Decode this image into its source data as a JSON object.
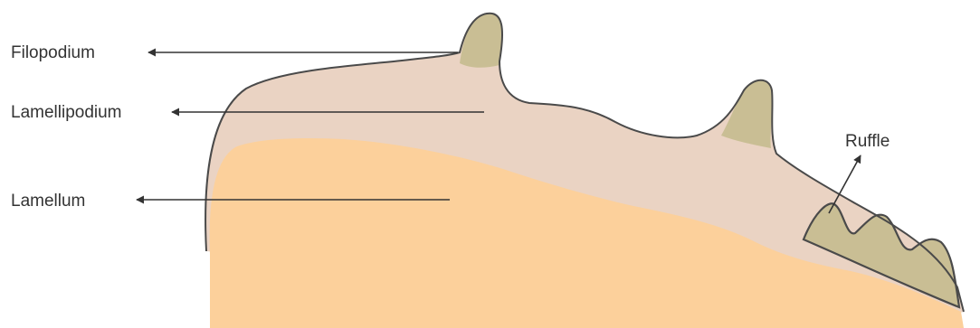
{
  "labels": {
    "filopodium": "Filopodium",
    "lamellipodium": "Lamellipodium",
    "lamellum": "Lamellum",
    "ruffle": "Ruffle"
  },
  "colors": {
    "lamellipodium_fill": "#EAD3C3",
    "lamellum_fill": "#FCD09B",
    "protrusion_fill": "#C9BE94",
    "outline": "#4A4A4A",
    "arrow": "#333333",
    "label_text": "#333333"
  }
}
